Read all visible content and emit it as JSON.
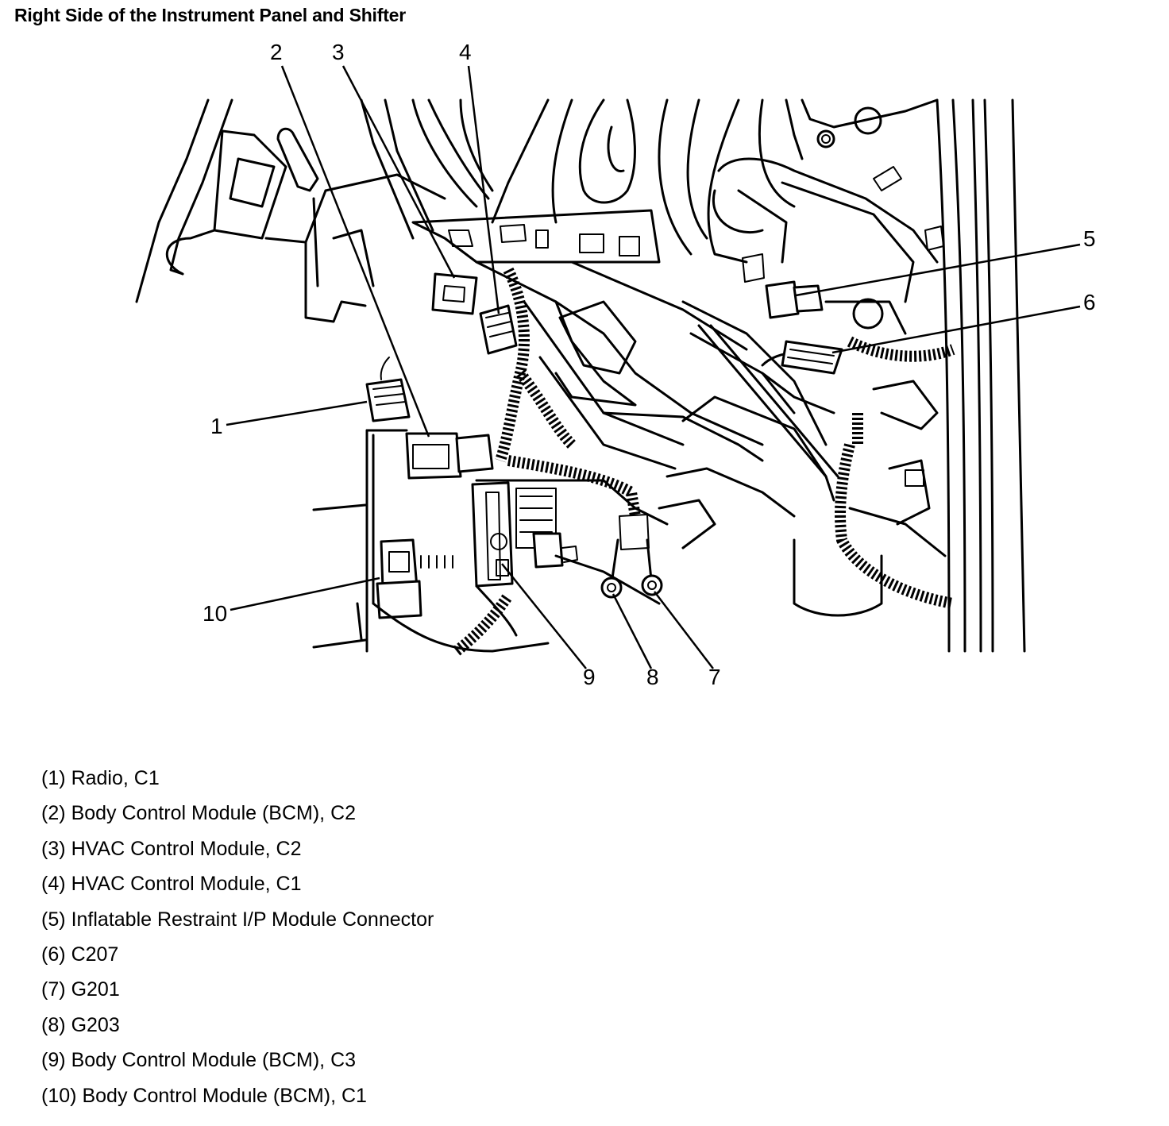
{
  "title": "Right Side of the Instrument Panel and Shifter",
  "callouts": [
    {
      "id": "1",
      "label": "1"
    },
    {
      "id": "2",
      "label": "2"
    },
    {
      "id": "3",
      "label": "3"
    },
    {
      "id": "4",
      "label": "4"
    },
    {
      "id": "5",
      "label": "5"
    },
    {
      "id": "6",
      "label": "6"
    },
    {
      "id": "7",
      "label": "7"
    },
    {
      "id": "8",
      "label": "8"
    },
    {
      "id": "9",
      "label": "9"
    },
    {
      "id": "10",
      "label": "10"
    }
  ],
  "legend": [
    {
      "num": "(1)",
      "text": "Radio, C1"
    },
    {
      "num": "(2)",
      "text": "Body Control Module (BCM), C2"
    },
    {
      "num": "(3)",
      "text": "HVAC Control Module, C2"
    },
    {
      "num": "(4)",
      "text": "HVAC Control Module, C1"
    },
    {
      "num": "(5)",
      "text": "Inflatable Restraint I/P Module Connector"
    },
    {
      "num": "(6)",
      "text": "C207"
    },
    {
      "num": "(7)",
      "text": "G201"
    },
    {
      "num": "(8)",
      "text": "G203"
    },
    {
      "num": "(9)",
      "text": "Body Control Module (BCM), C3"
    },
    {
      "num": "(10)",
      "text": "Body Control Module (BCM), C1"
    }
  ]
}
